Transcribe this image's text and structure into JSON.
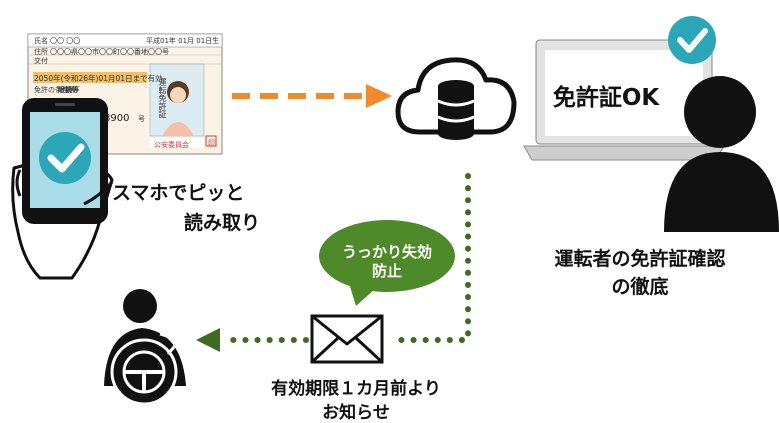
{
  "license": {
    "name_field_label": "氏名",
    "name_value": "〇〇 〇〇",
    "birth_date": "平成01年 01月 01日生",
    "address_label": "住所",
    "address_value": "〇〇〇県〇〇市〇〇町〇〇番地〇〇号",
    "issue_label": "交付",
    "expiry": "2050年(令和26年)01月01日まで有効",
    "conditions_label": "免許の条件等",
    "conditions_value": "眼鏡等",
    "number": "8900",
    "number_suffix": "号",
    "vertical_label": "運転免許証",
    "issuer": "公安委員会",
    "seal": "印"
  },
  "labels": {
    "scan_line1": "スマホでピッと",
    "scan_line2": "読み取り",
    "license_ok": "免許証OK",
    "driver_check_line1": "運転者の免許証確認",
    "driver_check_line2": "の徹底",
    "notice_line1": "有効期限１カ月前より",
    "notice_line2": "お知らせ",
    "bubble_line1": "うっかり失効",
    "bubble_line2": "防止"
  },
  "colors": {
    "orange_arrow": "#f08a2c",
    "green_dots": "#3d6b1f",
    "bubble_green": "#4f8a2a",
    "check_teal": "#2ba7b8",
    "dark": "#111111"
  },
  "icons": [
    "smartphone-icon",
    "check-icon",
    "cloud-database-icon",
    "laptop-icon",
    "person-icon",
    "envelope-icon",
    "driver-icon"
  ]
}
